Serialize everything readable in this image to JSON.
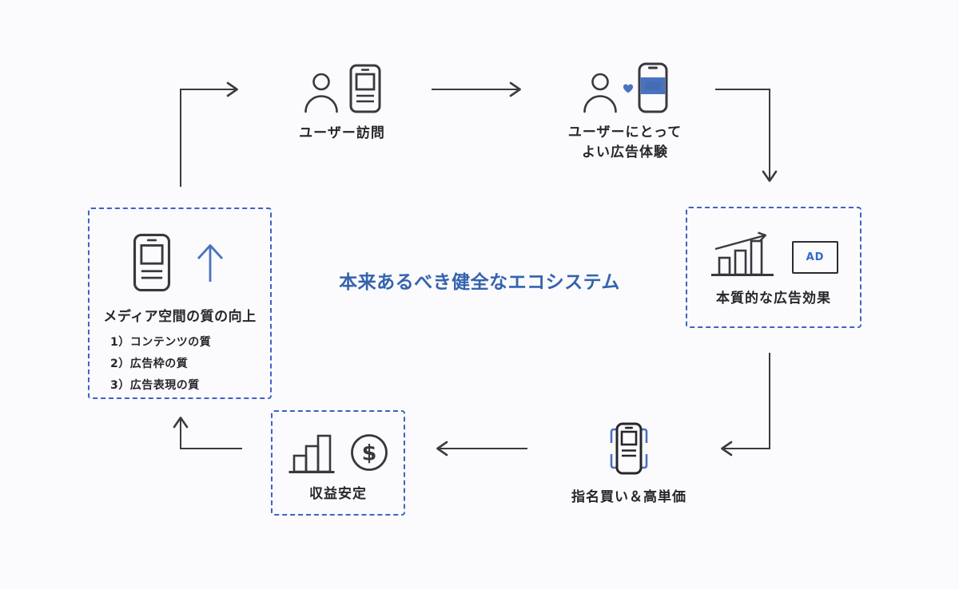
{
  "diagram": {
    "center_title": "本来あるべき健全なエコシステム",
    "nodes": {
      "user_visit": {
        "label": "ユーザー訪問",
        "icons": [
          "person-icon",
          "smartphone-icon"
        ]
      },
      "good_ad_experience": {
        "label_line1": "ユーザーにとって",
        "label_line2": "よい広告体験",
        "icons": [
          "person-icon",
          "heart-icon",
          "smartphone-ad-icon"
        ]
      },
      "essential_ad_effect": {
        "label": "本質的な広告効果",
        "ad_badge": "AD",
        "icons": [
          "growth-chart-icon",
          "ad-frame-icon"
        ]
      },
      "designated_purchase": {
        "label": "指名買い＆高単価",
        "icons": [
          "smartphone-focus-icon"
        ]
      },
      "stable_revenue": {
        "label": "収益安定",
        "currency_symbol": "$",
        "icons": [
          "bar-chart-icon",
          "dollar-coin-icon"
        ]
      },
      "media_quality": {
        "title": "メディア空間の質の向上",
        "items": [
          "1）コンテンツの質",
          "2）広告枠の質",
          "3）広告表現の質"
        ],
        "icons": [
          "smartphone-icon",
          "up-arrow-icon"
        ]
      }
    },
    "colors": {
      "background": "#fbfafc",
      "line_dark": "#38383f",
      "text_dark": "#26262c",
      "accent_blue": "#4a72c0",
      "dashed_border_blue": "#3c63c6",
      "center_title_blue": "#3463ad",
      "ad_text_blue": "#2e6cc8"
    }
  }
}
